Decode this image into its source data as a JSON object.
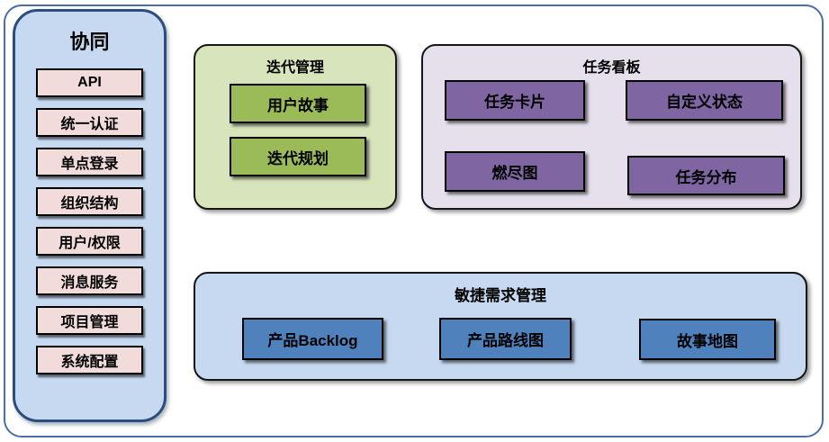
{
  "colors": {
    "outer_border": "#4a6fa5",
    "sidebar_bg": "#c6d9f1",
    "sidebar_border": "#2b4e7e",
    "sidebar_item_bg": "#f2dcdb",
    "iteration_group_bg": "#d7e4bc",
    "iteration_item_bg": "#9bbb59",
    "kanban_group_bg": "#e6e0ec",
    "kanban_item_bg": "#7f65a2",
    "agile_group_bg": "#c6d9f1",
    "agile_item_bg": "#4f81bd",
    "node_border": "#000000",
    "text": "#000000"
  },
  "sidebar": {
    "title": "协同",
    "items": [
      {
        "label": "API"
      },
      {
        "label": "统一认证"
      },
      {
        "label": "单点登录"
      },
      {
        "label": "组织结构"
      },
      {
        "label": "用户/权限"
      },
      {
        "label": "消息服务"
      },
      {
        "label": "项目管理"
      },
      {
        "label": "系统配置"
      }
    ]
  },
  "groups": {
    "iteration": {
      "title": "迭代管理",
      "items": [
        {
          "label": "用户故事"
        },
        {
          "label": "迭代规划"
        }
      ]
    },
    "kanban": {
      "title": "任务看板",
      "items": [
        {
          "label": "任务卡片"
        },
        {
          "label": "自定义状态"
        },
        {
          "label": "燃尽图"
        },
        {
          "label": "任务分布"
        }
      ]
    },
    "agile": {
      "title": "敏捷需求管理",
      "items": [
        {
          "label": "产品Backlog"
        },
        {
          "label": "产品路线图"
        },
        {
          "label": "故事地图"
        }
      ]
    }
  }
}
